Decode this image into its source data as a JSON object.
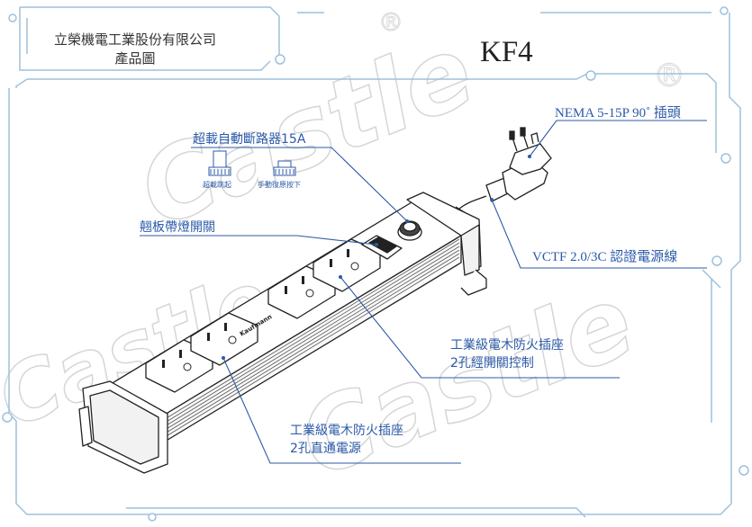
{
  "header": {
    "company_name": "立榮機電工業股份有限公司",
    "doc_title": "產品圖",
    "model": "KF4"
  },
  "watermark": {
    "text": "Castle",
    "registered_mark": "®"
  },
  "callouts": {
    "plug": "NEMA 5-15P 90˚ 插頭",
    "breaker": "超載自動斷路器15A",
    "breaker_state_tripped": "超載跳起",
    "breaker_state_reset": "手動復原按下",
    "switch": "翹板帶燈開關",
    "cord": "VCTF 2.0/3C 認證電源線",
    "switched_outlets_line1": "工業級電木防火插座",
    "switched_outlets_line2": "2孔經開關控制",
    "direct_outlets_line1": "工業級電木防火插座",
    "direct_outlets_line2": "2孔直通電源"
  },
  "product": {
    "brand_label": "Kaufmann",
    "outlet_count": 4,
    "accent_color": "#2c5aa8",
    "frame_color": "#9ec1dc"
  }
}
